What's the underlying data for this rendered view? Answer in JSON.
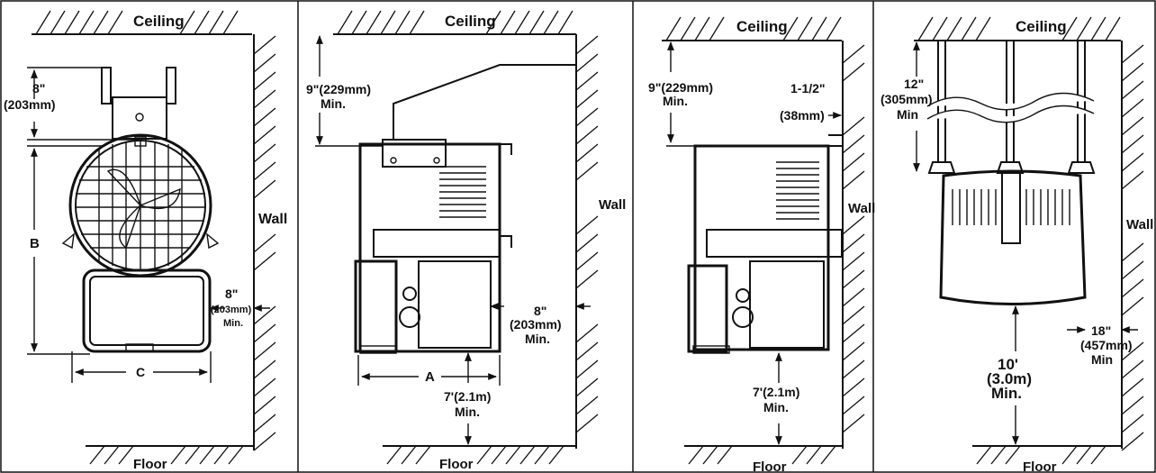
{
  "panel1": {
    "ceiling": "Ceiling",
    "floor": "Floor",
    "wall": "Wall",
    "dim_top_1": "8\"",
    "dim_top_2": "(203mm)",
    "dim_b": "B",
    "dim_c": "C",
    "dim_side_1": "8\"",
    "dim_side_2": "(203mm)",
    "dim_side_3": "Min."
  },
  "panel2": {
    "ceiling": "Ceiling",
    "floor": "Floor",
    "wall": "Wall",
    "dim_top_1": "9\"(229mm)",
    "dim_top_2": "Min.",
    "dim_a": "A",
    "dim_side_1": "8\"",
    "dim_side_2": "(203mm)",
    "dim_side_3": "Min.",
    "dim_floor_1": "7'(2.1m)",
    "dim_floor_2": "Min."
  },
  "panel3": {
    "ceiling": "Ceiling",
    "floor": "Floor",
    "wall": "Wall",
    "dim_top_1": "9\"(229mm)",
    "dim_top_2": "Min.",
    "dim_side_1": "1-1/2\"",
    "dim_side_2": "(38mm)",
    "dim_floor_1": "7'(2.1m)",
    "dim_floor_2": "Min."
  },
  "panel4": {
    "ceiling": "Ceiling",
    "floor": "Floor",
    "wall": "Wall",
    "dim_top_1": "12\"",
    "dim_top_2": "(305mm)",
    "dim_top_3": "Min",
    "dim_floor_1": "10'",
    "dim_floor_2": "(3.0m)",
    "dim_floor_3": "Min.",
    "dim_side_1": "18\"",
    "dim_side_2": "(457mm)",
    "dim_side_3": "Min"
  }
}
